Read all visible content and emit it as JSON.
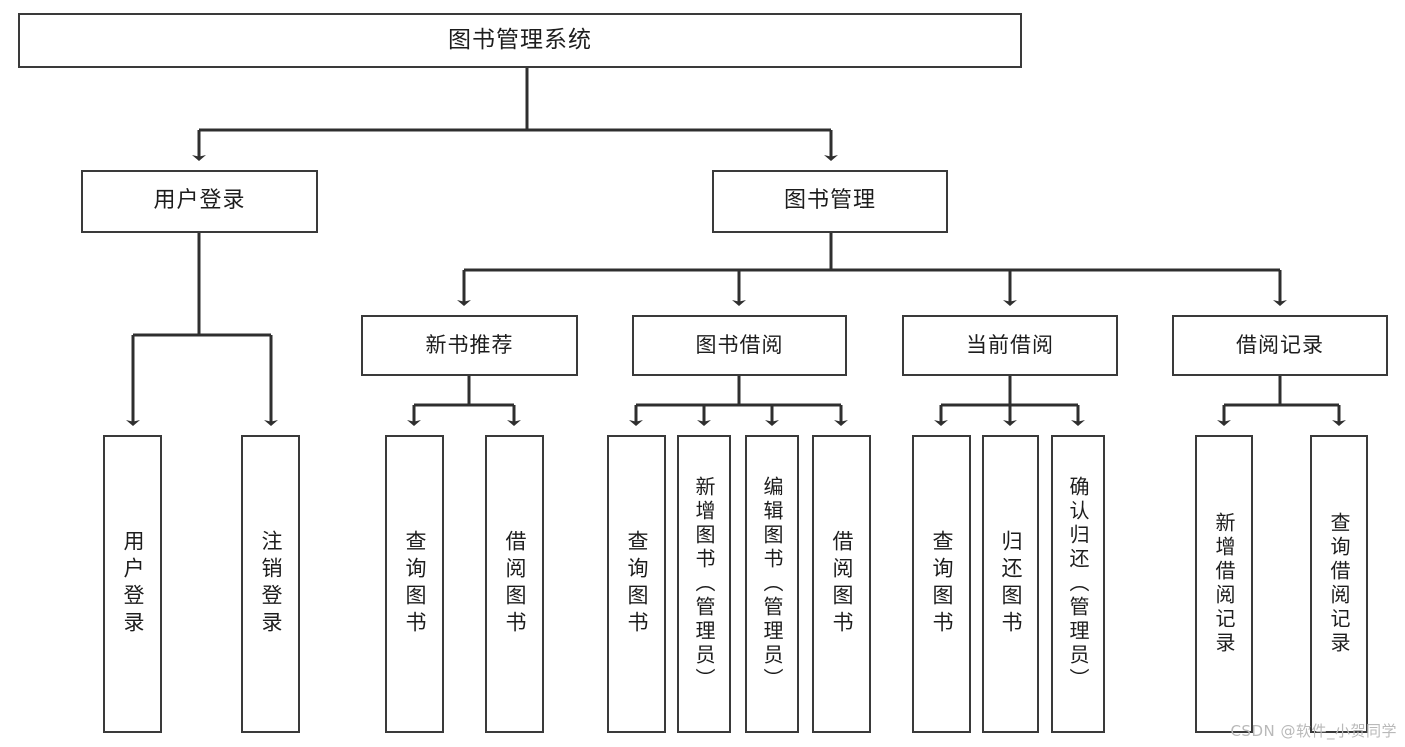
{
  "diagram": {
    "type": "tree",
    "title": "图书管理系统",
    "root": {
      "label": "图书管理系统"
    },
    "level2": [
      {
        "label": "用户登录"
      },
      {
        "label": "图书管理"
      }
    ],
    "level3": [
      {
        "label": "新书推荐"
      },
      {
        "label": "图书借阅"
      },
      {
        "label": "当前借阅"
      },
      {
        "label": "借阅记录"
      }
    ],
    "leaves": {
      "user_login": [
        {
          "label": "用户登录"
        },
        {
          "label": "注销登录"
        }
      ],
      "new_book_recommend": [
        {
          "label": "查询图书"
        },
        {
          "label": "借阅图书"
        }
      ],
      "book_borrow": [
        {
          "label": "查询图书"
        },
        {
          "label": "新增图书（管理员）"
        },
        {
          "label": "编辑图书（管理员）"
        },
        {
          "label": "借阅图书"
        }
      ],
      "current_borrow": [
        {
          "label": "查询图书"
        },
        {
          "label": "归还图书"
        },
        {
          "label": "确认归还（管理员）"
        }
      ],
      "borrow_record": [
        {
          "label": "新增借阅记录"
        },
        {
          "label": "查询借阅记录"
        }
      ]
    }
  },
  "watermark": {
    "text": "CSDN @软件_小贺同学"
  },
  "colors": {
    "box_border": "#3a3a3a",
    "box_fill": "#ffffff",
    "connector": "#2f2f2f",
    "text": "#1d1d1d",
    "watermark": "#b9b9b9",
    "background": "#ffffff"
  }
}
